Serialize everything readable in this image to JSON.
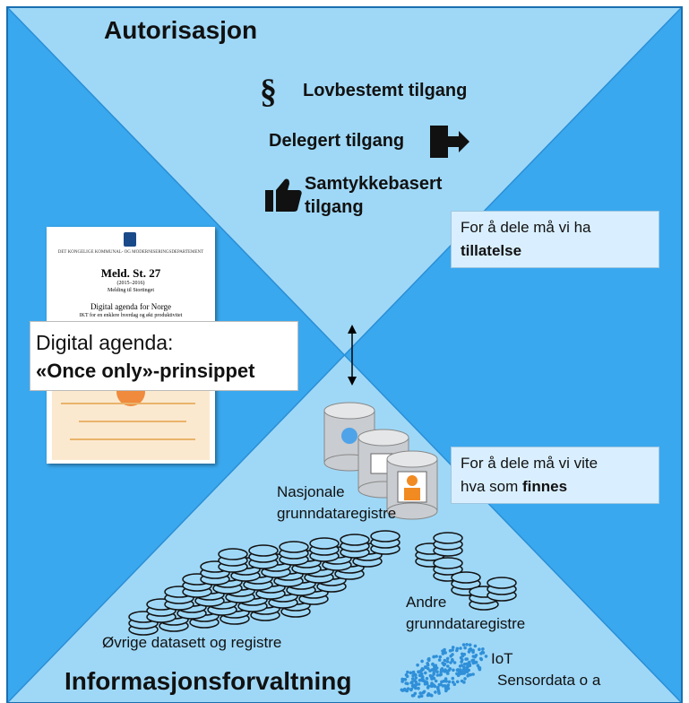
{
  "colors": {
    "left_right_panels": "#3aa8ee",
    "top_bottom_panels": "#9fd8f7",
    "frame": "#1a6fb0",
    "dark_icon": "#111111"
  },
  "top": {
    "title": "Autorisasjon",
    "items": [
      {
        "icon": "paragraph-icon",
        "symbol": "§",
        "label": "Lovbestemt tilgang"
      },
      {
        "icon": "door-exit-icon",
        "label": "Delegert tilgang"
      },
      {
        "icon": "thumbs-up-icon",
        "label_line1": "Samtykkebasert",
        "label_line2": "tilgang"
      }
    ],
    "note_line1": "For å dele må vi ha",
    "note_line2_bold": "tillatelse"
  },
  "left": {
    "doc_header": "DET KONGELIGE KOMMUNAL- OG MODERNISERINGSDEPARTEMENT",
    "doc_title": "Meld. St. 27",
    "doc_year": "(2015–2016)",
    "doc_sub": "Melding til Stortinget",
    "doc_heading": "Digital agenda for Norge",
    "doc_heading2": "IKT for en enklere hverdag og økt produktivitet",
    "callout_line1": "Digital agenda:",
    "callout_line2_bold": "«Once only»-prinsippet"
  },
  "center": {
    "registry_label_line1": "Nasjonale",
    "registry_label_line2": "grunndataregistre",
    "note_line1": "For å dele må vi vite",
    "note_line2_prefix": "hva som ",
    "note_line2_bold": "finnes"
  },
  "bottom": {
    "title": "Informasjonsforvaltning",
    "datasets_label": "Øvrige datasett og registre",
    "other_registry_line1": "Andre",
    "other_registry_line2": "grunndataregistre",
    "iot_line1": "IoT",
    "iot_line2": "Sensordata o a"
  }
}
